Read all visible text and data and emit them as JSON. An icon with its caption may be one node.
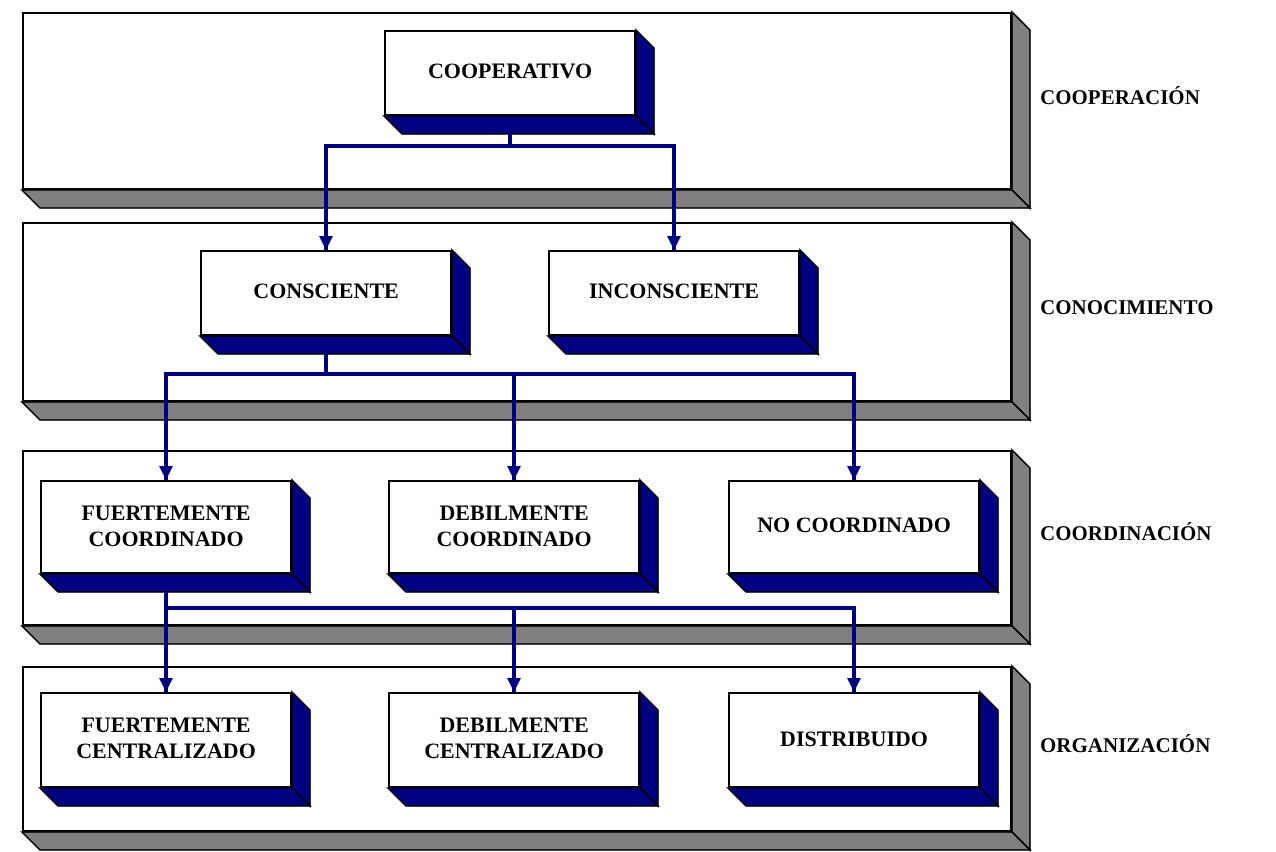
{
  "diagram": {
    "nodes": [
      {
        "text": [
          "COOPERACIÓN"
        ]
      },
      {
        "text": [
          "COOPERATIVO"
        ],
        "in": 0
      },
      {
        "text": [
          "CONOCIMIENTO"
        ]
      },
      {
        "text": [
          "CONSCIENTE"
        ],
        "in": 2
      },
      {
        "text": [
          "INCONSCIENTE"
        ],
        "in": 2
      },
      {
        "text": [
          "COORDINACIÓN"
        ]
      },
      {
        "text": [
          "FUERTEMENTE COORDINADO"
        ],
        "in": 5
      },
      {
        "text": [
          "DEBILMENTE COORDINADO"
        ],
        "in": 5
      },
      {
        "text": [
          "NO COORDINADO"
        ],
        "in": 5
      },
      {
        "text": [
          "ORGANIZACIÓN"
        ]
      },
      {
        "text": [
          "FUERTEMENTE CENTRALIZADO"
        ],
        "in": 9
      },
      {
        "text": [
          "DEBILMENTE CENTRALIZADO"
        ],
        "in": 9
      },
      {
        "text": [
          "DISTRIBUIDO"
        ],
        "in": 9
      }
    ],
    "edges": [
      {
        "from": 1,
        "to": 3,
        "arrow": "to"
      },
      {
        "from": 1,
        "to": 4,
        "arrow": "to"
      },
      {
        "from": 3,
        "to": 6,
        "arrow": "to"
      },
      {
        "from": 3,
        "to": 7,
        "arrow": "to"
      },
      {
        "from": 3,
        "to": 8,
        "arrow": "to"
      },
      {
        "from": 6,
        "to": 10,
        "arrow": "to"
      },
      {
        "from": 6,
        "to": 11,
        "arrow": "to"
      },
      {
        "from": 6,
        "to": 12,
        "arrow": "to"
      }
    ]
  }
}
